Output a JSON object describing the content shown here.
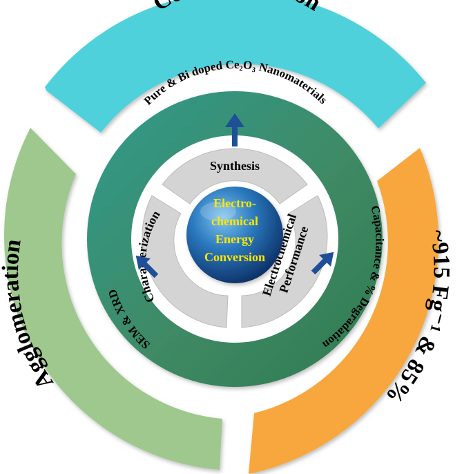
{
  "outer_ring": {
    "top_label": "Co-precipitation",
    "left_label": "Agglomeration",
    "right_label": "~915 Fg⁻¹ & 85%",
    "colors": {
      "top": "#4fd1dc",
      "left": "#9fc88e",
      "right": "#f7a73c"
    }
  },
  "green_ring": {
    "top_text": "Pure & Bi doped Ce₂O₃ Nanomaterials",
    "right_text": "Capacitance & % Degradation",
    "left_text": "SEM & XRD",
    "color": "#3f8a65"
  },
  "inner_segments": {
    "synthesis": "Synthesis",
    "characterization": "Characterization",
    "performance_line1": "Electrochemical",
    "performance_line2": "Performance",
    "color": "#d4d4d4"
  },
  "center": {
    "line1": "Electro-",
    "line2": "chemical",
    "line3": "Energy",
    "line4": "Conversion",
    "text_color": "#ffe600"
  },
  "arrow_color": "#1f4f97"
}
